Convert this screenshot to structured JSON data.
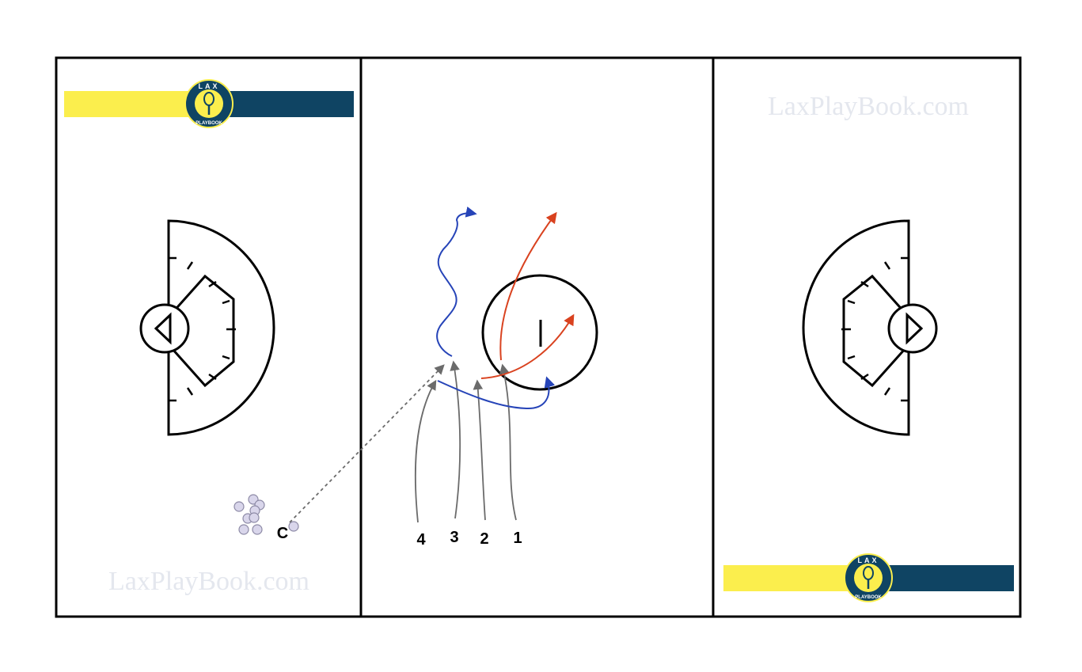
{
  "watermarks": {
    "top_right": "LaxPlayBook.com",
    "bottom_left": "LaxPlayBook.com"
  },
  "logo": {
    "text_top": "LAX",
    "text_bottom": "PLAYBOOK"
  },
  "colors": {
    "banner_yellow": "#fbee4d",
    "banner_navy": "#0f4463",
    "lines": "#000000",
    "blue_path": "#2644b8",
    "red_path": "#d9421f",
    "gray_path": "#6b6b6b",
    "ball_fill": "#d9d6eb",
    "ball_stroke": "#8d8aa6"
  },
  "diagram": {
    "coach_label": "C",
    "player_labels": [
      "4",
      "3",
      "2",
      "1"
    ],
    "balls_count": 9
  }
}
